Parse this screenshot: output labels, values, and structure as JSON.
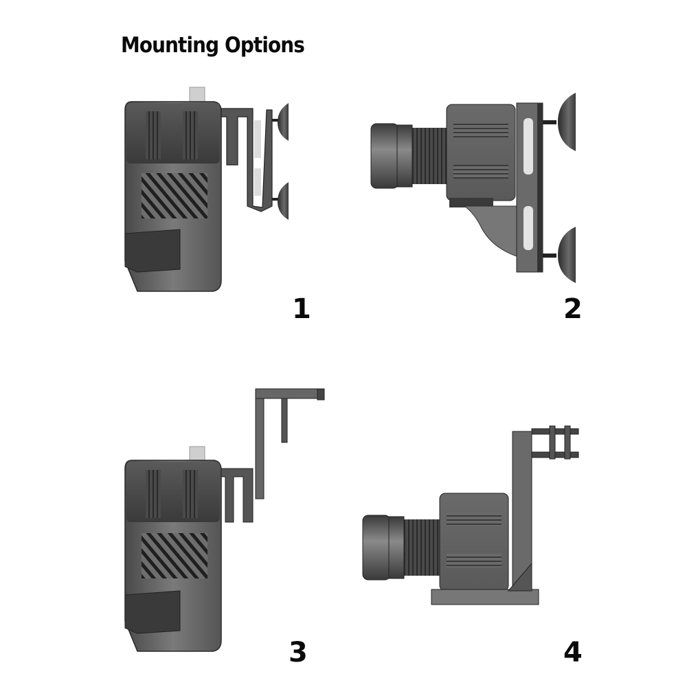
{
  "title": "Mounting Options",
  "options": [
    {
      "number": "1"
    },
    {
      "number": "2"
    },
    {
      "number": "3"
    },
    {
      "number": "4"
    }
  ],
  "colors": {
    "body_dark": "#3c3c3c",
    "body_mid": "#6a6a6a",
    "body_light": "#8f8f8f",
    "background": "#ffffff"
  }
}
